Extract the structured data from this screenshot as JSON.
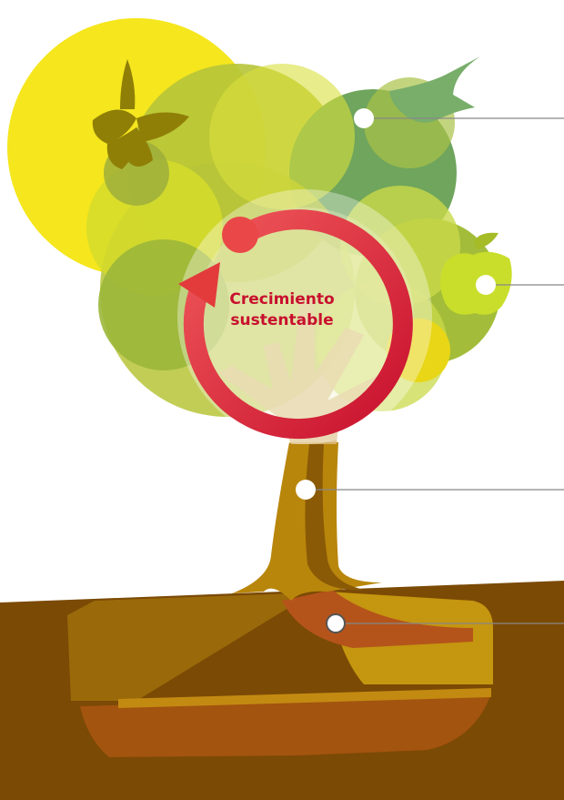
{
  "center_label": {
    "line1": "Crecimiento",
    "line2": "sustentable"
  },
  "colors": {
    "accent_red": "#c8102e",
    "soil": "#7b4a05",
    "trunk": "#b8860b",
    "sun": "#f5e61e",
    "leaf_green": "#6fa55c",
    "leaf_lime": "#c8d436",
    "connector_line": "#888888",
    "hotspot_fill": "#ffffff"
  },
  "hotspots": [
    {
      "id": "crown",
      "icon": "white-dot"
    },
    {
      "id": "fruit",
      "icon": "white-dot"
    },
    {
      "id": "trunk",
      "icon": "white-dot"
    },
    {
      "id": "roots",
      "icon": "white-dot"
    }
  ]
}
